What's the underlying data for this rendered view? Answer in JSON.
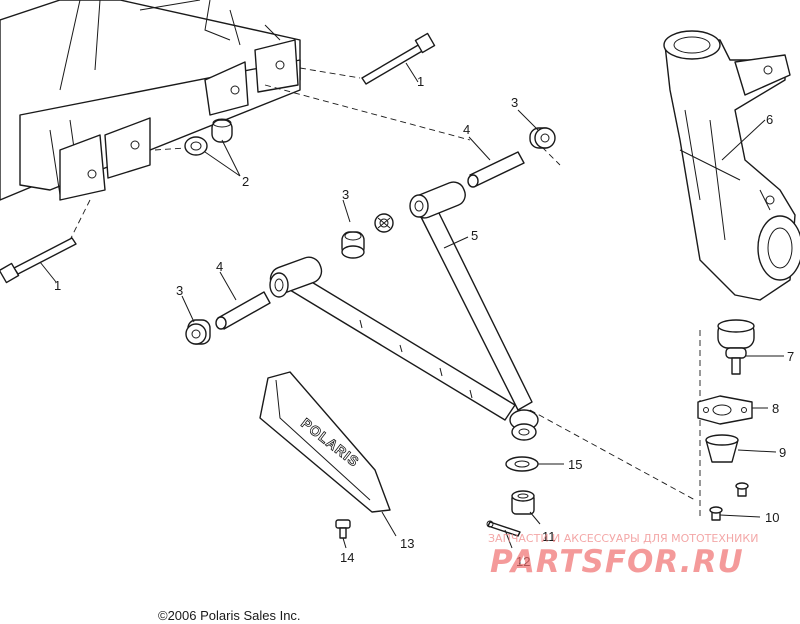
{
  "callouts": {
    "c1a": "1",
    "c1b": "1",
    "c2": "2",
    "c3a": "3",
    "c3b": "3",
    "c3c": "3",
    "c4a": "4",
    "c4b": "4",
    "c5": "5",
    "c6": "6",
    "c7": "7",
    "c8": "8",
    "c9": "9",
    "c10": "10",
    "c11": "11",
    "c12": "12",
    "c13": "13",
    "c14": "14",
    "c15": "15"
  },
  "guard_emboss": "POLARIS",
  "copyright": "©2006 Polaris Sales Inc.",
  "watermark": {
    "tagline": "ЗАПЧАСТИ И АКСЕССУАРЫ ДЛЯ МОТОТЕХНИКИ",
    "brand": "PARTSFOR.RU"
  },
  "colors": {
    "line": "#1a1a1a",
    "background": "#ffffff",
    "watermark": "#f07070"
  }
}
